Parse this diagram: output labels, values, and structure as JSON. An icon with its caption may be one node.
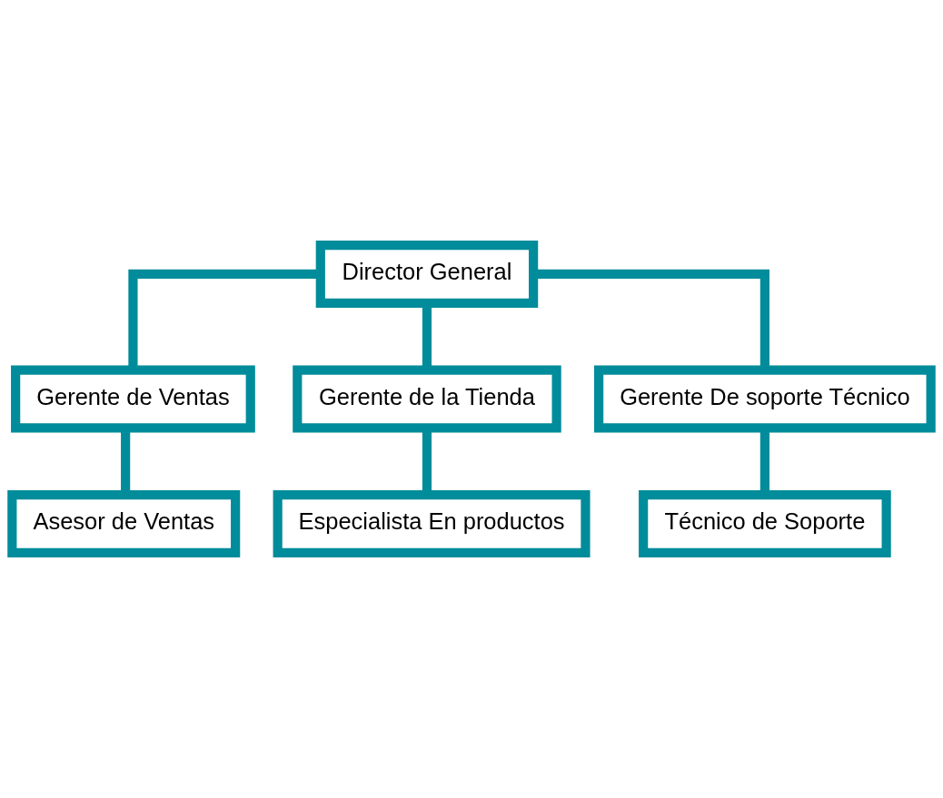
{
  "diagram": {
    "nodes": [
      {
        "text": [
          "Director General"
        ]
      },
      {
        "text": [
          "Gerente de Ventas"
        ]
      },
      {
        "text": [
          "Gerente de la Tienda"
        ]
      },
      {
        "text": [
          "Gerente De soporte Técnico"
        ]
      },
      {
        "text": [
          "Asesor de Ventas"
        ]
      },
      {
        "text": [
          "Especialista En productos"
        ]
      },
      {
        "text": [
          "Técnico de Soporte"
        ]
      }
    ],
    "edges": [
      {
        "from": 0,
        "to": 1,
        "arrow": "none"
      },
      {
        "from": 0,
        "to": 2,
        "arrow": "none"
      },
      {
        "from": 0,
        "to": 3,
        "arrow": "none"
      },
      {
        "from": 1,
        "to": 4,
        "arrow": "none"
      },
      {
        "from": 2,
        "to": 5,
        "arrow": "none"
      },
      {
        "from": 3,
        "to": 6,
        "arrow": "none"
      }
    ]
  }
}
